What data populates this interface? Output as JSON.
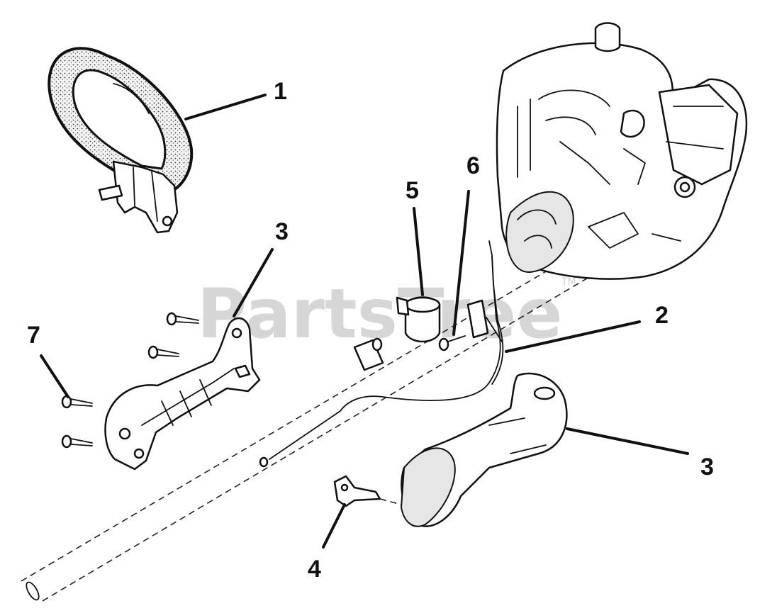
{
  "diagram": {
    "watermark": "PartsTree",
    "watermark_mark": "TM",
    "callouts": [
      {
        "id": "c1",
        "label": "1"
      },
      {
        "id": "c2",
        "label": "2"
      },
      {
        "id": "c3a",
        "label": "3"
      },
      {
        "id": "c3b",
        "label": "3"
      },
      {
        "id": "c4",
        "label": "4"
      },
      {
        "id": "c5",
        "label": "5"
      },
      {
        "id": "c6",
        "label": "6"
      },
      {
        "id": "c7",
        "label": "7"
      }
    ]
  }
}
